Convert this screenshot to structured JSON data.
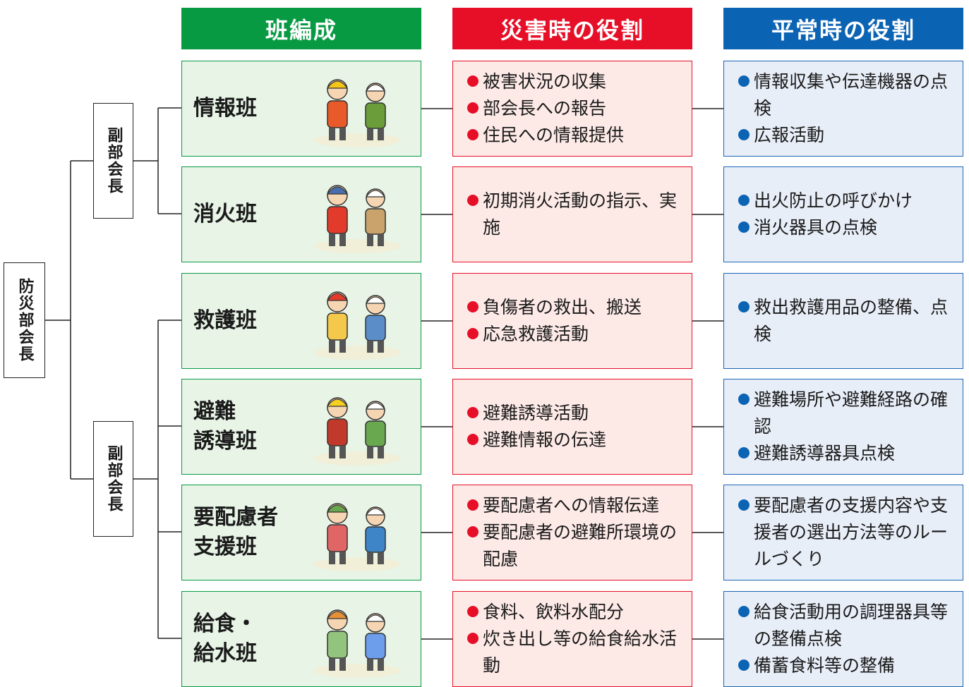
{
  "chief": "防災部会長",
  "vice_top": "副部会長",
  "vice_bottom": "副部会長",
  "headers": {
    "teams": "班編成",
    "disaster": "災害時の役割",
    "normal": "平常時の役割"
  },
  "rows": [
    {
      "team": "情報班",
      "disaster": [
        "被害状況の収集",
        "部会長への報告",
        "住民への情報提供"
      ],
      "normal": [
        "情報収集や伝達機器の点検",
        "広報活動"
      ]
    },
    {
      "team": "消火班",
      "disaster": [
        "初期消火活動の指示、実施"
      ],
      "normal": [
        "出火防止の呼びかけ",
        "消火器具の点検"
      ]
    },
    {
      "team": "救護班",
      "disaster": [
        "負傷者の救出、搬送",
        "応急救護活動"
      ],
      "normal": [
        "救出救護用品の整備、点検"
      ]
    },
    {
      "team": "避難\n誘導班",
      "disaster": [
        "避難誘導活動",
        "避難情報の伝達"
      ],
      "normal": [
        "避難場所や避難経路の確認",
        "避難誘導器具点検"
      ]
    },
    {
      "team": "要配慮者\n支援班",
      "disaster": [
        "要配慮者への情報伝達",
        "要配慮者の避難所環境の配慮"
      ],
      "normal": [
        "要配慮者の支援内容や支援者の選出方法等のルールづくり"
      ]
    },
    {
      "team": "給食・\n給水班",
      "disaster": [
        "食料、飲料水配分",
        "炊き出し等の給食給水活動"
      ],
      "normal": [
        "給食活動用の調理器具等の整備点検",
        "備蓄食料等の整備"
      ]
    }
  ],
  "colors": {
    "green": "#079a43",
    "red": "#e60f27",
    "blue": "#0b63b3"
  }
}
